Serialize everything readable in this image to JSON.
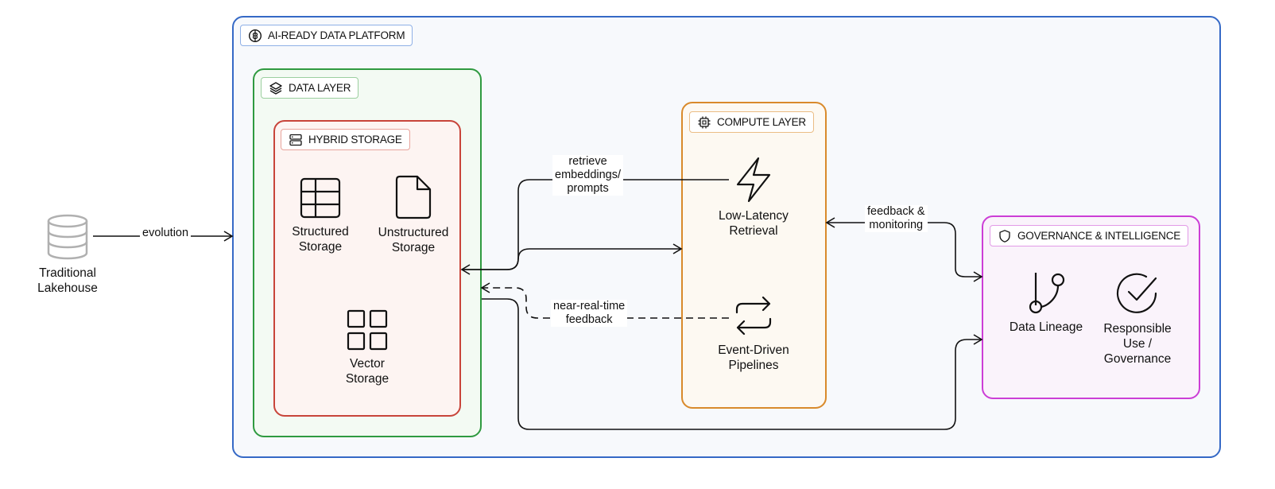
{
  "source": {
    "label": "Traditional\nLakehouse",
    "icon": "database-icon"
  },
  "platform": {
    "title": "AI-READY DATA PLATFORM",
    "icon": "brain-icon",
    "border": "#3569c6",
    "fill": "#f7f9fc"
  },
  "data_layer": {
    "title": "DATA LAYER",
    "icon": "layers-icon",
    "border": "#2f9a40",
    "fill": "#f3faf3"
  },
  "hybrid_storage": {
    "title": "HYBRID STORAGE",
    "icon": "server-icon",
    "border": "#c8443a",
    "fill": "#fdf4f2",
    "items": [
      {
        "label": "Structured\nStorage",
        "icon": "table-icon"
      },
      {
        "label": "Unstructured\nStorage",
        "icon": "document-icon"
      },
      {
        "label": "Vector\nStorage",
        "icon": "grid-icon"
      }
    ]
  },
  "compute_layer": {
    "title": "COMPUTE LAYER",
    "icon": "cpu-icon",
    "border": "#d98a2b",
    "fill": "#fdf9f2",
    "items": [
      {
        "label": "Low-Latency\nRetrieval",
        "icon": "lightning-icon"
      },
      {
        "label": "Event-Driven\nPipelines",
        "icon": "repeat-icon"
      }
    ]
  },
  "governance": {
    "title": "GOVERNANCE & INTELLIGENCE",
    "icon": "shield-icon",
    "border": "#cc3ed6",
    "fill": "#faf3fb",
    "items": [
      {
        "label": "Data Lineage",
        "icon": "git-branch-icon"
      },
      {
        "label": "Responsible\nUse /\nGovernance",
        "icon": "check-circle-icon"
      }
    ]
  },
  "edges": {
    "evolution": "evolution",
    "retrieve": "retrieve\nembeddings/\nprompts",
    "near_real_time": "near-real-time\nfeedback",
    "feedback_monitoring": "feedback &\nmonitoring"
  }
}
